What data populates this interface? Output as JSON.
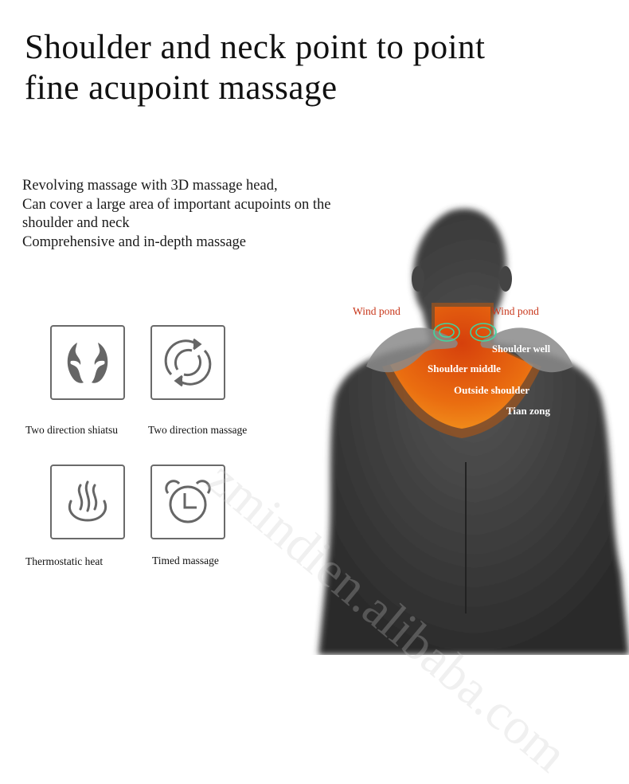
{
  "title": {
    "line1": "Shoulder and neck point to point",
    "line2": "fine acupoint massage"
  },
  "description": [
    "Revolving massage with 3D massage head,",
    "Can cover a large area of important acupoints on the",
    "shoulder and neck",
    "Comprehensive and in-depth massage"
  ],
  "features": [
    {
      "label": "Two direction shiatsu",
      "icon": "hands-icon"
    },
    {
      "label": "Two direction massage",
      "icon": "rotate-arrows-icon"
    },
    {
      "label": "Thermostatic heat",
      "icon": "heat-waves-icon"
    },
    {
      "label": "Timed massage",
      "icon": "alarm-clock-icon"
    }
  ],
  "acupoints": {
    "wind_pond_left": "Wind pond",
    "wind_pond_right": "Wind pond",
    "shoulder_well": "Shoulder well",
    "shoulder_middle": "Shoulder middle",
    "outside_shoulder": "Outside shoulder",
    "tian_zong": "Tian zong"
  },
  "watermark": "zmindien.alibaba.com",
  "colors": {
    "accent_red": "#c8361a",
    "heat_orange": "#e8650f",
    "ring_green": "#3fd6a0",
    "icon_gray": "#6a6a6a"
  }
}
